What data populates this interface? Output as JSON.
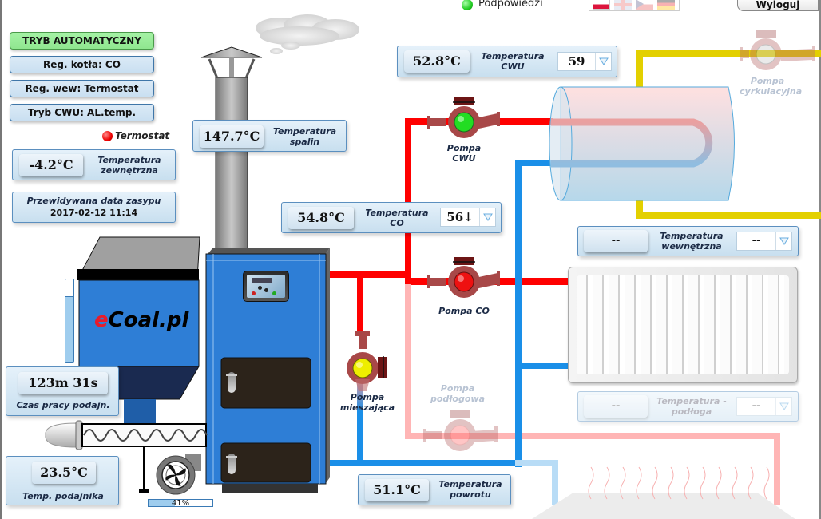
{
  "header": {
    "hints_label": "Podpowiedzi",
    "hints_status_color": "#22cc22",
    "languages": [
      {
        "code": "pl",
        "name": "Polski",
        "active": true
      },
      {
        "code": "en",
        "name": "English",
        "active": false
      },
      {
        "code": "cz",
        "name": "Čeština",
        "active": false
      },
      {
        "code": "de",
        "name": "Deutsch",
        "active": false
      }
    ],
    "logout_label": "Wyloguj"
  },
  "modes": {
    "auto": "TRYB AUTOMATYCZNY",
    "boiler_reg": "Reg. kotła: CO",
    "indoor_reg": "Reg. wew: Termostat",
    "dhw_mode": "Tryb CWU: AL.temp."
  },
  "thermostat": {
    "label": "Termostat",
    "status_color": "#ee0000"
  },
  "outdoor_temp": {
    "value": "-4.2°C",
    "label": "Temperatura zewnętrzna"
  },
  "refill": {
    "label": "Przewidywana data zasypu",
    "value": "2017-02-12 11:14"
  },
  "flue_temp": {
    "value": "147.7°C",
    "label": "Temperatura spalin"
  },
  "dhw_temp": {
    "value": "52.8°C",
    "label": "Temperatura CWU",
    "setpoint": "59"
  },
  "co_temp": {
    "value": "54.8°C",
    "label": "Temperatura CO",
    "setpoint": "56↓"
  },
  "indoor_temp": {
    "value": "--",
    "label": "Temperatura wewnętrzna",
    "setpoint": "--"
  },
  "floor_temp": {
    "value": "--",
    "label": "Temperatura - podłoga",
    "setpoint": "--"
  },
  "return_temp": {
    "value": "51.1°C",
    "label": "Temperatura powrotu"
  },
  "feeder_time": {
    "value": "123m 31s",
    "label": "Czas pracy podajn."
  },
  "feeder_temp": {
    "value": "23.5°C",
    "label": "Temp. podajnika"
  },
  "fan": {
    "percent_label": "41%",
    "percent": 41
  },
  "hopper": {
    "brand_e": "e",
    "brand_rest": "Coal.pl",
    "fuel_level_percent": 80
  },
  "pumps": {
    "dhw": {
      "label": "Pompa CWU",
      "status": "on",
      "color": "#22dd22"
    },
    "co": {
      "label": "Pompa CO",
      "status": "on",
      "color": "#ee1111"
    },
    "mixing": {
      "label": "Pompa mieszająca",
      "status": "on",
      "color": "#eeee00"
    },
    "floor": {
      "label": "Pompa podłogowa",
      "status": "disabled"
    },
    "circulation": {
      "label": "Pompa cyrkulacyjna",
      "status": "disabled"
    }
  }
}
